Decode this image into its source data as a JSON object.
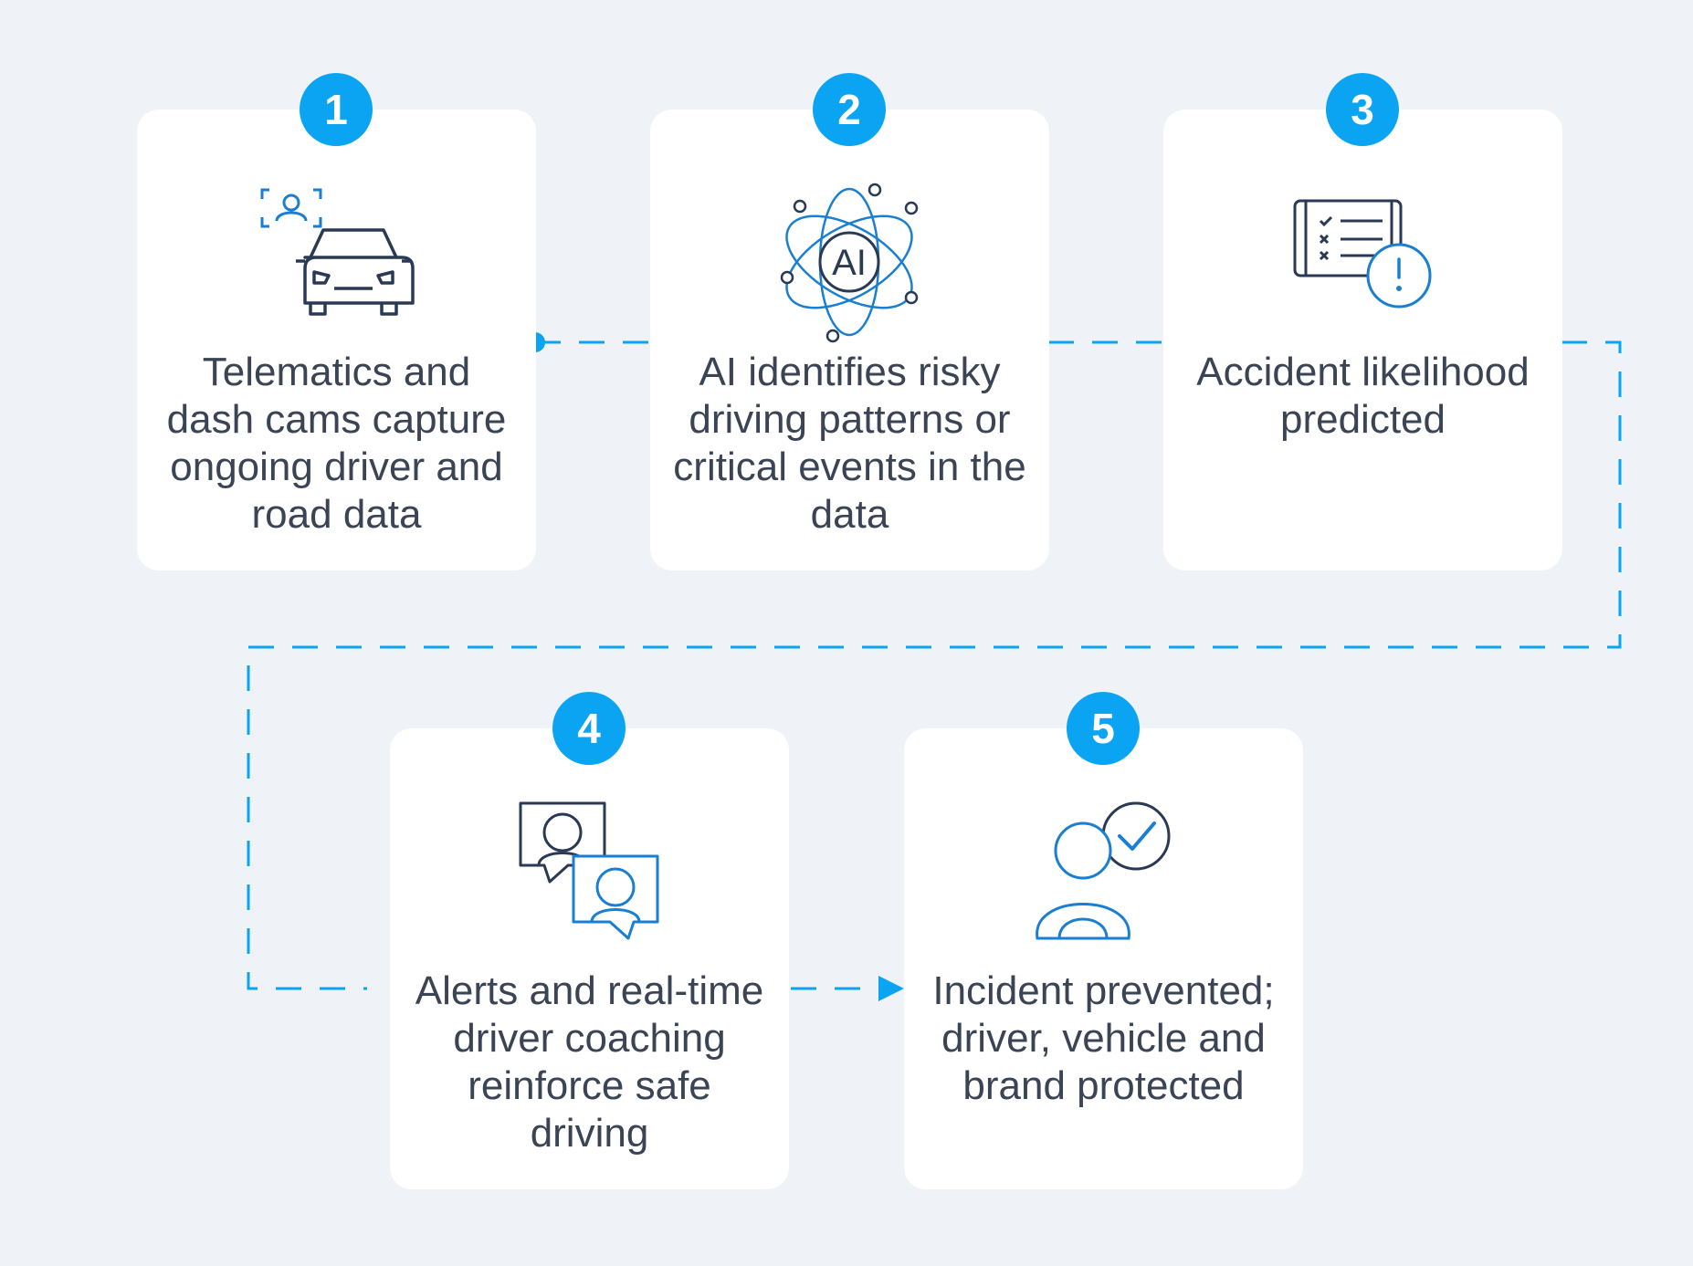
{
  "colors": {
    "background": "#eff2f7",
    "card": "#ffffff",
    "accent": "#0aa4f2",
    "icon_stroke": "#2a3a55",
    "icon_accent": "#1a7fd0",
    "text": "#3b4454"
  },
  "steps": [
    {
      "number": "1",
      "icon": "car-camera-icon",
      "text": "Telematics and dash cams capture ongoing driver and road data"
    },
    {
      "number": "2",
      "icon": "ai-atom-icon",
      "text": "AI identifies risky driving patterns or critical events in the data"
    },
    {
      "number": "3",
      "icon": "checklist-alert-icon",
      "text": "Accident likelihood predicted"
    },
    {
      "number": "4",
      "icon": "driver-coaching-chat-icon",
      "text": "Alerts and real-time driver coaching reinforce safe driving"
    },
    {
      "number": "5",
      "icon": "protected-driver-icon",
      "text": "Incident prevented; driver, vehicle and brand protected"
    }
  ]
}
